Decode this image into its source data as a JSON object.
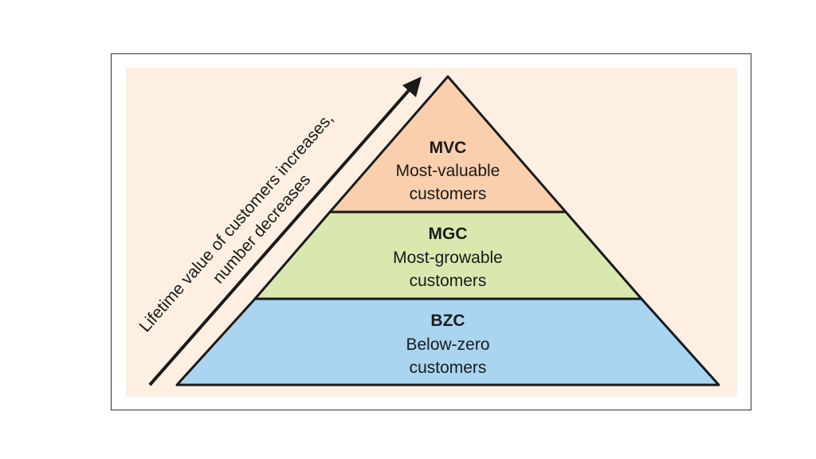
{
  "colors": {
    "panel_background": "#fdf0e2",
    "mvc_fill": "#f9cfae",
    "mgc_fill": "#d9e8ae",
    "bzc_fill": "#a9d5f0",
    "stroke": "#1a1a1a"
  },
  "arrow_label": {
    "line1": "Lifetime value of customers increases,",
    "line2": "number decreases"
  },
  "tiers": [
    {
      "abbr": "MVC",
      "line1": "Most-valuable",
      "line2": "customers"
    },
    {
      "abbr": "MGC",
      "line1": "Most-growable",
      "line2": "customers"
    },
    {
      "abbr": "BZC",
      "line1": "Below-zero",
      "line2": "customers"
    }
  ]
}
